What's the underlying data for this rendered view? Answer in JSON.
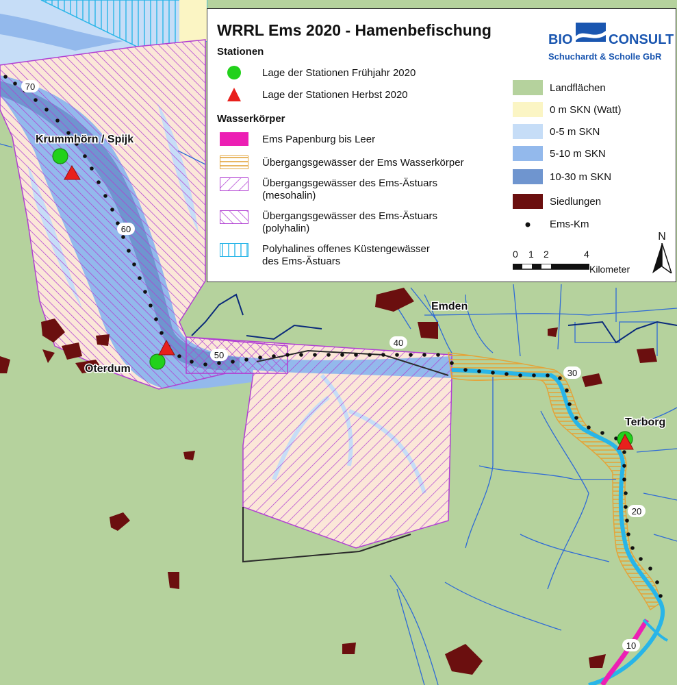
{
  "title": "WRRL Ems 2020 - Hamenbefischung",
  "logo": {
    "line1_left": "BIO",
    "line1_right": "CONSULT",
    "line2": "Schuchardt & Scholle GbR"
  },
  "legend": {
    "stations_heading": "Stationen",
    "stations": [
      {
        "label": "Lage der Stationen Frühjahr 2020",
        "symbol": "green-circle"
      },
      {
        "label": "Lage der Stationen Herbst 2020",
        "symbol": "red-triangle"
      }
    ],
    "water_bodies_heading": "Wasserkörper",
    "water_bodies": [
      {
        "label": "Ems Papenburg bis Leer",
        "pattern": "solid-magenta"
      },
      {
        "label": "Übergangsgewässer der Ems Wasserkörper",
        "pattern": "orange-horizontal-hatch"
      },
      {
        "label": "Übergangsgewässer des Ems-Ästuars",
        "label2": "(mesohalin)",
        "pattern": "purple-diagonal-hatch-sparse"
      },
      {
        "label": "Übergangsgewässer des Ems-Ästuars",
        "label2": "(polyhalin)",
        "pattern": "purple-diagonal-hatch-dense"
      },
      {
        "label": "Polyhalines offenes Küstengewässer",
        "label2": "des Ems-Ästuars",
        "pattern": "cyan-vertical-hatch"
      }
    ],
    "land_cover": [
      {
        "label": "Landflächen",
        "color": "#b5d29d"
      },
      {
        "label": "0 m SKN (Watt)",
        "color": "#fbf5c4"
      },
      {
        "label": "0-5 m SKN",
        "color": "#c6ddf7"
      },
      {
        "label": "5-10 m SKN",
        "color": "#93b9ec"
      },
      {
        "label": "10-30 m SKN",
        "color": "#6f95cf"
      },
      {
        "label": "Siedlungen",
        "color": "#6b0f0f"
      }
    ],
    "ems_km_label": "Ems-Km",
    "scale": {
      "ticks": [
        "0",
        "1",
        "2",
        "4"
      ],
      "unit": "Kilometer"
    },
    "north_label": "N"
  },
  "places": {
    "krummhoern": "Krummhörn / Spijk",
    "oterdum": "Oterdum",
    "emden": "Emden",
    "terborg": "Terborg"
  },
  "km_markers": [
    "70",
    "60",
    "50",
    "40",
    "30",
    "20",
    "10"
  ],
  "colors": {
    "land": "#b5d29d",
    "watt": "#fbf5c4",
    "shallow": "#c6ddf7",
    "mid": "#93b9ec",
    "deep": "#6f95cf",
    "settlement": "#6b0f0f",
    "purple": "#b13fd2",
    "orange": "#e3a43a",
    "cyan": "#28b5e8",
    "magenta": "#ec1fb4",
    "river_line": "#2e6ad6",
    "station_green": "#22d11b",
    "station_red": "#e8201c"
  }
}
